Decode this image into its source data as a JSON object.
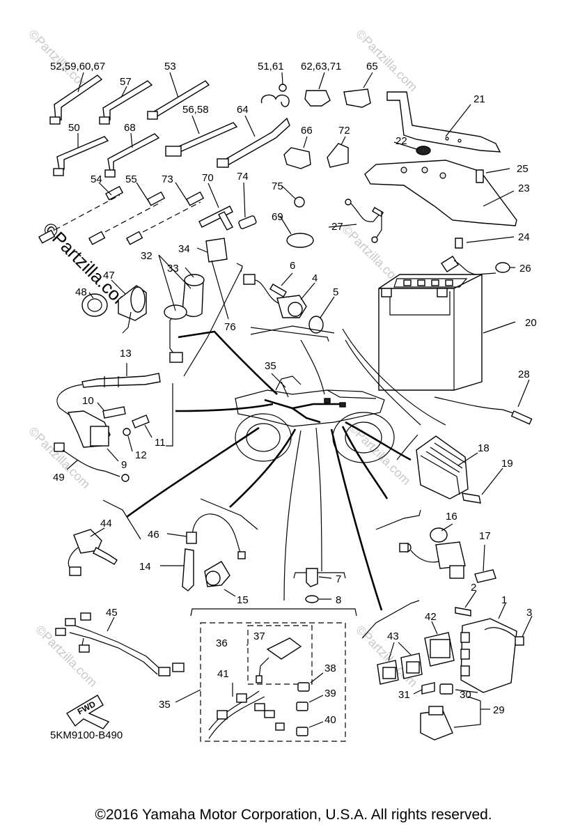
{
  "diagram_code": "5KM9100-B490",
  "copyright": "©2016 Yamaha Motor Corporation, U.S.A. All rights reserved.",
  "watermark": "©Partzilla.com",
  "direction_label": "FWD",
  "callouts": {
    "c1": "1",
    "c2": "2",
    "c3": "3",
    "c4": "4",
    "c5": "5",
    "c6": "6",
    "c7": "7",
    "c8": "8",
    "c9": "9",
    "c10": "10",
    "c11": "11",
    "c12": "12",
    "c13": "13",
    "c14": "14",
    "c15": "15",
    "c16": "16",
    "c17": "17",
    "c18": "18",
    "c19": "19",
    "c20": "20",
    "c21": "21",
    "c22": "22",
    "c23": "23",
    "c24": "24",
    "c25": "25",
    "c26": "26",
    "c27": "27",
    "c28": "28",
    "c29": "29",
    "c30": "30",
    "c31": "31",
    "c32": "32",
    "c33": "33",
    "c34": "34",
    "c35a": "35",
    "c35b": "35",
    "c36": "36",
    "c37": "37",
    "c38": "38",
    "c39": "39",
    "c40": "40",
    "c41": "41",
    "c42": "42",
    "c43": "43",
    "c44": "44",
    "c45": "45",
    "c46": "46",
    "c47": "47",
    "c48": "48",
    "c49": "49",
    "c50": "50",
    "c51_61": "51,61",
    "c52": "52,59,60,67",
    "c53": "53",
    "c54": "54",
    "c55": "55",
    "c56_58": "56,58",
    "c57": "57",
    "c62": "62,63,71",
    "c64": "64",
    "c65": "65",
    "c66": "66",
    "c68": "68",
    "c69": "69",
    "c70": "70",
    "c72": "72",
    "c73": "73",
    "c74": "74",
    "c75": "75",
    "c76": "76"
  },
  "colors": {
    "line": "#000000",
    "watermark": "#c8c8c8",
    "background": "#ffffff"
  }
}
